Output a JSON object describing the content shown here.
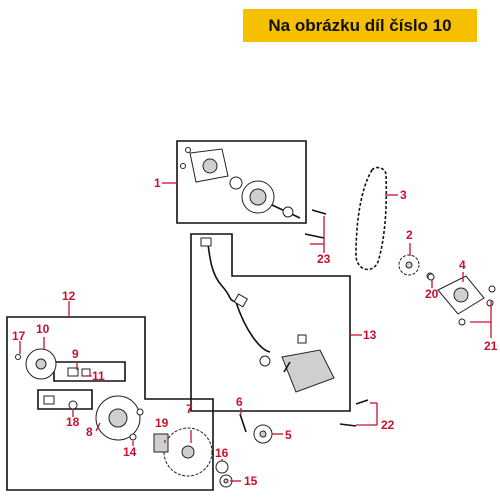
{
  "banner": {
    "text": "Na obrázku díl číslo 10",
    "color": "#f6c000"
  },
  "labels": [
    "1",
    "2",
    "3",
    "4",
    "5",
    "6",
    "7",
    "8",
    "9",
    "10",
    "11",
    "12",
    "13",
    "14",
    "15",
    "16",
    "17",
    "18",
    "19",
    "20",
    "21",
    "22",
    "23"
  ],
  "colors": {
    "label": "#c8102e",
    "frame": "#111111"
  }
}
